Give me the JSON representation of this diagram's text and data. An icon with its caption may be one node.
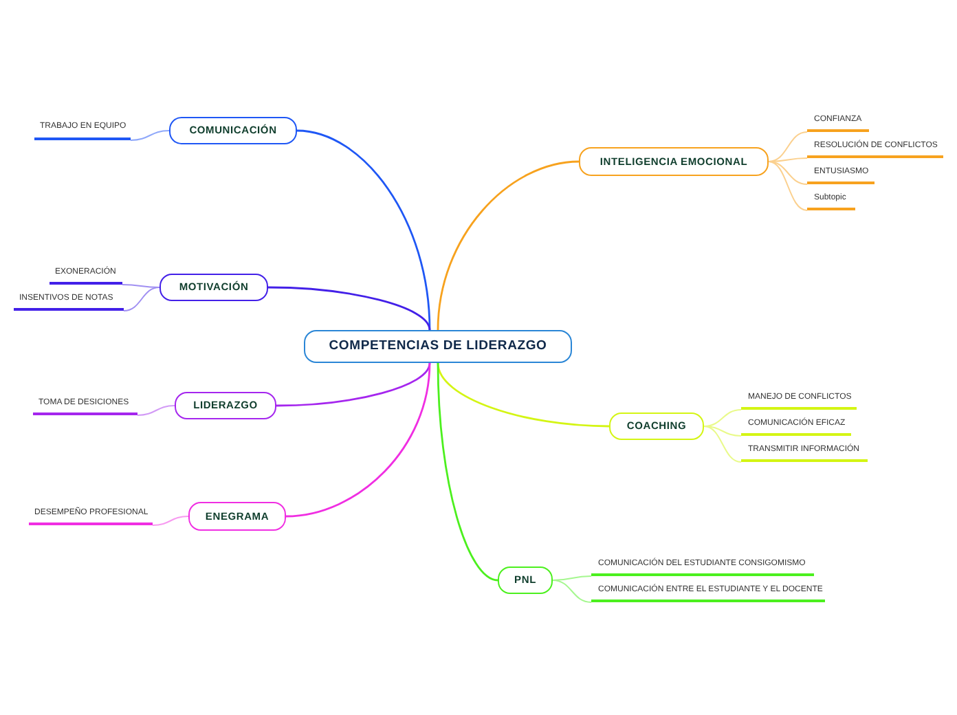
{
  "diagram": {
    "nodes": [
      {
        "text": [
          "COMPETENCIAS DE LIDERAZGO"
        ]
      },
      {
        "text": [
          "COMUNICACIÓN"
        ]
      },
      {
        "text": [
          "TRABAJO EN EQUIPO"
        ]
      },
      {
        "text": [
          "MOTIVACIÓN"
        ]
      },
      {
        "text": [
          "EXONERACIÓN"
        ]
      },
      {
        "text": [
          "INSENTIVOS DE NOTAS"
        ]
      },
      {
        "text": [
          "LIDERAZGO"
        ]
      },
      {
        "text": [
          "TOMA DE DESICIONES"
        ]
      },
      {
        "text": [
          "ENEGRAMA"
        ]
      },
      {
        "text": [
          "DESEMPEÑO PROFESIONAL"
        ]
      },
      {
        "text": [
          "INTELIGENCIA EMOCIONAL"
        ]
      },
      {
        "text": [
          "CONFIANZA"
        ]
      },
      {
        "text": [
          "RESOLUCIÓN DE CONFLICTOS"
        ]
      },
      {
        "text": [
          "ENTUSIASMO"
        ]
      },
      {
        "text": [
          "Subtopic"
        ]
      },
      {
        "text": [
          "COACHING"
        ]
      },
      {
        "text": [
          "MANEJO DE CONFLICTOS"
        ]
      },
      {
        "text": [
          "COMUNICACIÓN EFICAZ"
        ]
      },
      {
        "text": [
          "TRANSMITIR INFORMACIÓN"
        ]
      },
      {
        "text": [
          "PNL"
        ]
      },
      {
        "text": [
          "COMUNICACIÓN DEL ESTUDIANTE CONSIGOMISMO"
        ]
      },
      {
        "text": [
          "COMUNICACIÓN ENTRE EL ESTUDIANTE Y EL DOCENTE"
        ]
      }
    ],
    "edges": [
      {
        "from": 0,
        "to": 1,
        "arrow": "none",
        "color": "#1f57f5"
      },
      {
        "from": 1,
        "to": 2,
        "arrow": "none",
        "color": "#8fa8fa"
      },
      {
        "from": 0,
        "to": 3,
        "arrow": "none",
        "color": "#4320e8"
      },
      {
        "from": 3,
        "to": 4,
        "arrow": "none",
        "color": "#a08ff2"
      },
      {
        "from": 3,
        "to": 5,
        "arrow": "none",
        "color": "#a08ff2"
      },
      {
        "from": 0,
        "to": 6,
        "arrow": "none",
        "color": "#a526ee"
      },
      {
        "from": 6,
        "to": 7,
        "arrow": "none",
        "color": "#d29af6"
      },
      {
        "from": 0,
        "to": 8,
        "arrow": "none",
        "color": "#f02ee2"
      },
      {
        "from": 8,
        "to": 9,
        "arrow": "none",
        "color": "#f79af0"
      },
      {
        "from": 0,
        "to": 10,
        "arrow": "none",
        "color": "#f7a21e"
      },
      {
        "from": 10,
        "to": 11,
        "arrow": "none",
        "color": "#fbd08e"
      },
      {
        "from": 10,
        "to": 12,
        "arrow": "none",
        "color": "#fbd08e"
      },
      {
        "from": 10,
        "to": 13,
        "arrow": "none",
        "color": "#fbd08e"
      },
      {
        "from": 10,
        "to": 14,
        "arrow": "none",
        "color": "#fbd08e"
      },
      {
        "from": 0,
        "to": 15,
        "arrow": "none",
        "color": "#d4f514"
      },
      {
        "from": 15,
        "to": 16,
        "arrow": "none",
        "color": "#e9fa8a"
      },
      {
        "from": 15,
        "to": 17,
        "arrow": "none",
        "color": "#e9fa8a"
      },
      {
        "from": 15,
        "to": 18,
        "arrow": "none",
        "color": "#e9fa8a"
      },
      {
        "from": 0,
        "to": 19,
        "arrow": "none",
        "color": "#4cf01e"
      },
      {
        "from": 19,
        "to": 20,
        "arrow": "none",
        "color": "#a5f78f"
      },
      {
        "from": 19,
        "to": 21,
        "arrow": "none",
        "color": "#a5f78f"
      }
    ]
  }
}
